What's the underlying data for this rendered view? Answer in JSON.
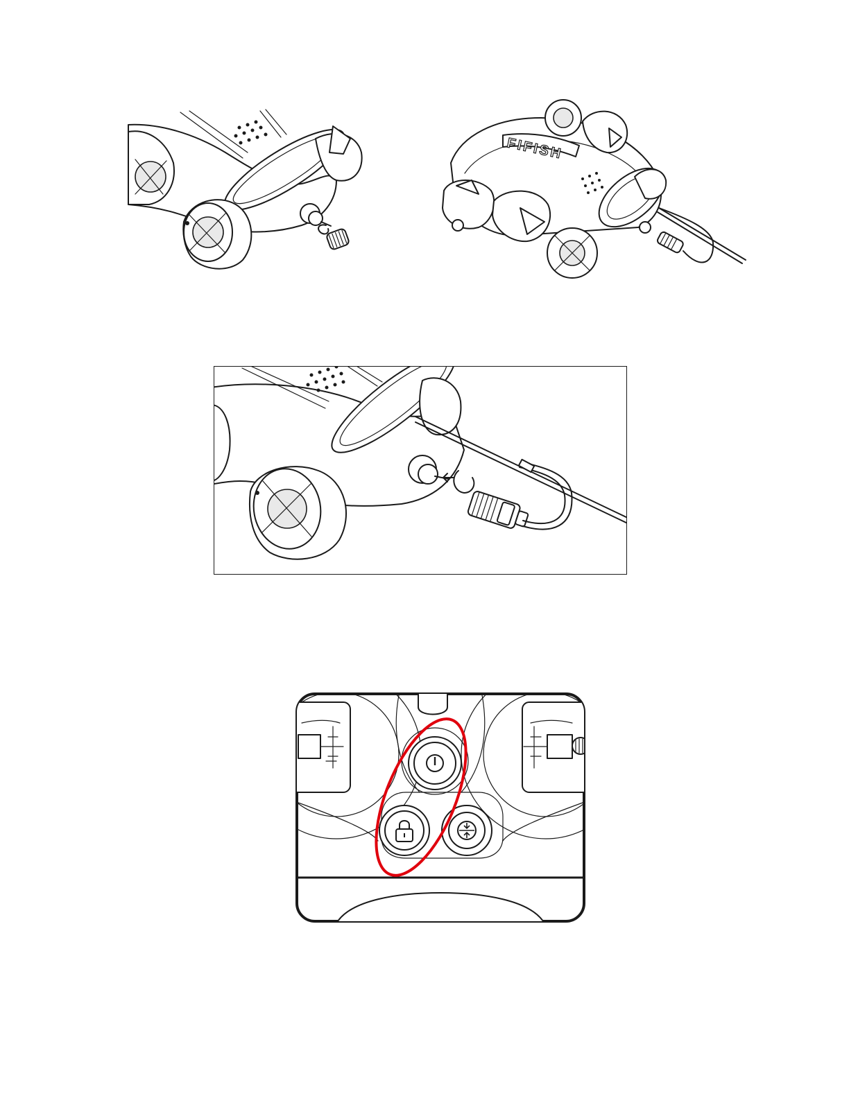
{
  "document": {
    "figures": [
      {
        "id": "connector-cap-removed",
        "kind": "line-drawing"
      },
      {
        "id": "drone-tethered-overview",
        "kind": "line-drawing",
        "logo_text": "FIFISH"
      },
      {
        "id": "tether-connector-insertion",
        "kind": "line-drawing"
      },
      {
        "id": "remote-controller-buttons",
        "kind": "line-drawing",
        "highlight_color": "#e0000d"
      }
    ],
    "icons": [
      "power-icon",
      "lock-icon",
      "depth-lock-icon"
    ],
    "colors": {
      "line": "#1a1a1a",
      "highlight": "#e0000d",
      "background": "#ffffff"
    }
  }
}
